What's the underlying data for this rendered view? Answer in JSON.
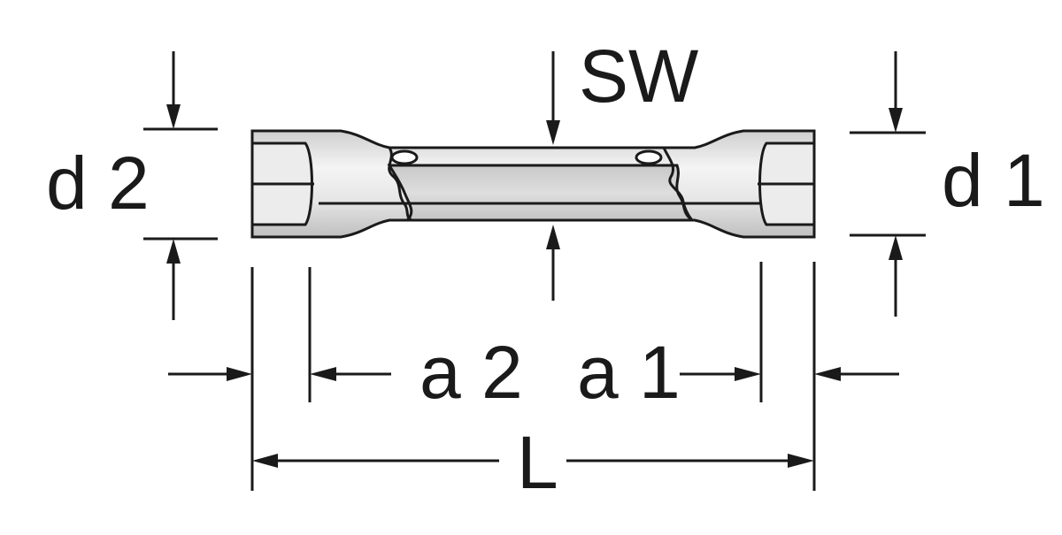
{
  "labels": {
    "sw": "SW",
    "d2": "d 2",
    "d1": "d 1",
    "a2": "a 2",
    "a1": "a 1",
    "L": "L"
  },
  "colors": {
    "line": "#1a1a1a",
    "metal_light": "#f2f2f2",
    "metal_mid": "#d9d9d9",
    "metal_dark": "#bdbdbd"
  }
}
